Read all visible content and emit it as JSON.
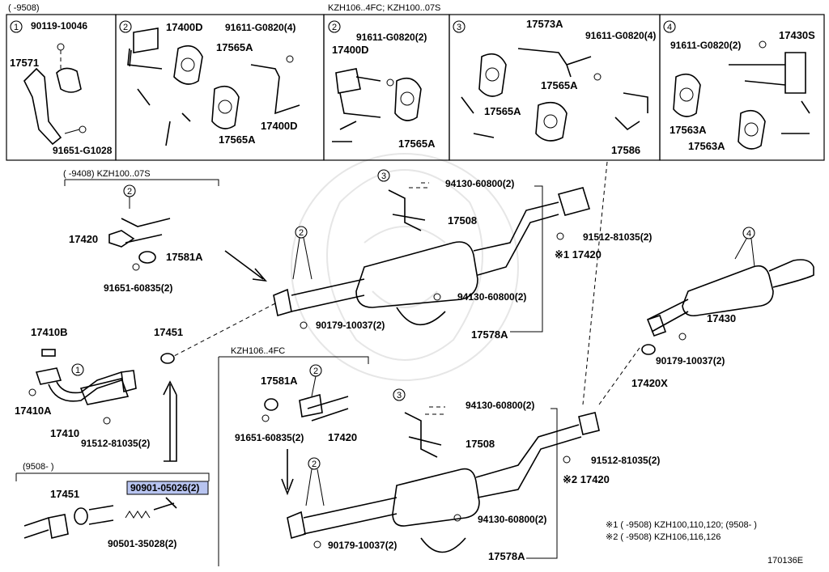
{
  "headers": {
    "top_left": "(      -9508)",
    "top_mid": "KZH106..4FC; KZH100..07S",
    "mid_left": "(      -9408) KZH100..07S",
    "lower_mid": "KZH106..4FC",
    "bottom_left": "(9508-      )"
  },
  "labels": {
    "p90119": "90119-10046",
    "p17571": "17571",
    "p91651_g": "91651-G1028",
    "p17400d_a": "17400D",
    "p17565a_a": "17565A",
    "p91611_a": "91611-G0820(4)",
    "p17565a_b": "17565A",
    "p17400d_b": "17400D",
    "p91611_b": "91611-G0820(2)",
    "p17400d_c": "17400D",
    "p17565a_c": "17565A",
    "p17573a": "17573A",
    "p91611_c": "91611-G0820(4)",
    "p17565a_d": "17565A",
    "p17565a_e": "17565A",
    "p17586": "17586",
    "p91611_d": "91611-G0820(2)",
    "p17430s": "17430S",
    "p17563a_a": "17563A",
    "p17563a_b": "17563A",
    "p17420_a": "17420",
    "p17581a_a": "17581A",
    "p91651_a": "91651-60835(2)",
    "p94130_a": "94130-60800(2)",
    "p17508_a": "17508",
    "p91512_a": "91512-81035(2)",
    "p17420_main1": "※1 17420",
    "p94130_b": "94130-60800(2)",
    "p90179_a": "90179-10037(2)",
    "p17578a_a": "17578A",
    "p17430": "17430",
    "p90179_b": "90179-10037(2)",
    "p17420x": "17420X",
    "p17410b": "17410B",
    "p17451_a": "17451",
    "p17410a": "17410A",
    "p17410": "17410",
    "p91512_b": "91512-81035(2)",
    "p17581a_b": "17581A",
    "p91651_b": "91651-60835(2)",
    "p17420_b": "17420",
    "p94130_c": "94130-60800(2)",
    "p17508_b": "17508",
    "p91512_c": "91512-81035(2)",
    "p17420_main2": "※2 17420",
    "p94130_d": "94130-60800(2)",
    "p90179_c": "90179-10037(2)",
    "p17578a_b": "17578A",
    "p17451_b": "17451",
    "p90901": "90901-05026(2)",
    "p90501": "90501-35028(2)"
  },
  "circles": [
    "1",
    "2",
    "2",
    "3",
    "4"
  ],
  "notes": {
    "n1": "※1 (      -9508) KZH100,110,120; (9508-      )",
    "n2": "※2 (      -9508) KZH106,116,126"
  },
  "diagram_id": "170136E",
  "highlight_color": "#b8c4f0"
}
